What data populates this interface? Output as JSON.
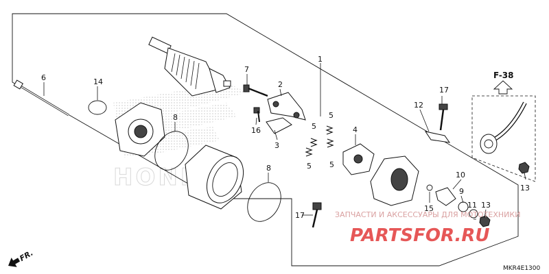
{
  "callouts": [
    {
      "id": "1",
      "text": "1"
    },
    {
      "id": "2",
      "text": "2"
    },
    {
      "id": "3",
      "text": "3"
    },
    {
      "id": "4",
      "text": "4"
    },
    {
      "id": "5a",
      "text": "5"
    },
    {
      "id": "5b",
      "text": "5"
    },
    {
      "id": "5c",
      "text": "5"
    },
    {
      "id": "5d",
      "text": "5"
    },
    {
      "id": "6",
      "text": "6"
    },
    {
      "id": "7",
      "text": "7"
    },
    {
      "id": "8a",
      "text": "8"
    },
    {
      "id": "8b",
      "text": "8"
    },
    {
      "id": "9",
      "text": "9"
    },
    {
      "id": "10",
      "text": "10"
    },
    {
      "id": "11",
      "text": "11"
    },
    {
      "id": "12",
      "text": "12"
    },
    {
      "id": "13a",
      "text": "13"
    },
    {
      "id": "13b",
      "text": "13"
    },
    {
      "id": "14",
      "text": "14"
    },
    {
      "id": "15",
      "text": "15"
    },
    {
      "id": "16",
      "text": "16"
    },
    {
      "id": "17a",
      "text": "17"
    },
    {
      "id": "17b",
      "text": "17"
    }
  ],
  "reference": "F-38",
  "front_marker": "FR.",
  "diagram_code": "MKR4E1300",
  "watermark": {
    "caption": "ЗАПЧАСТИ И АКСЕССУАРЫ ДЛЯ МОТОТЕХНИКИ",
    "site": "PARTSFOR.RU",
    "color": "#e23a3a"
  },
  "background_logo": "HONDA"
}
